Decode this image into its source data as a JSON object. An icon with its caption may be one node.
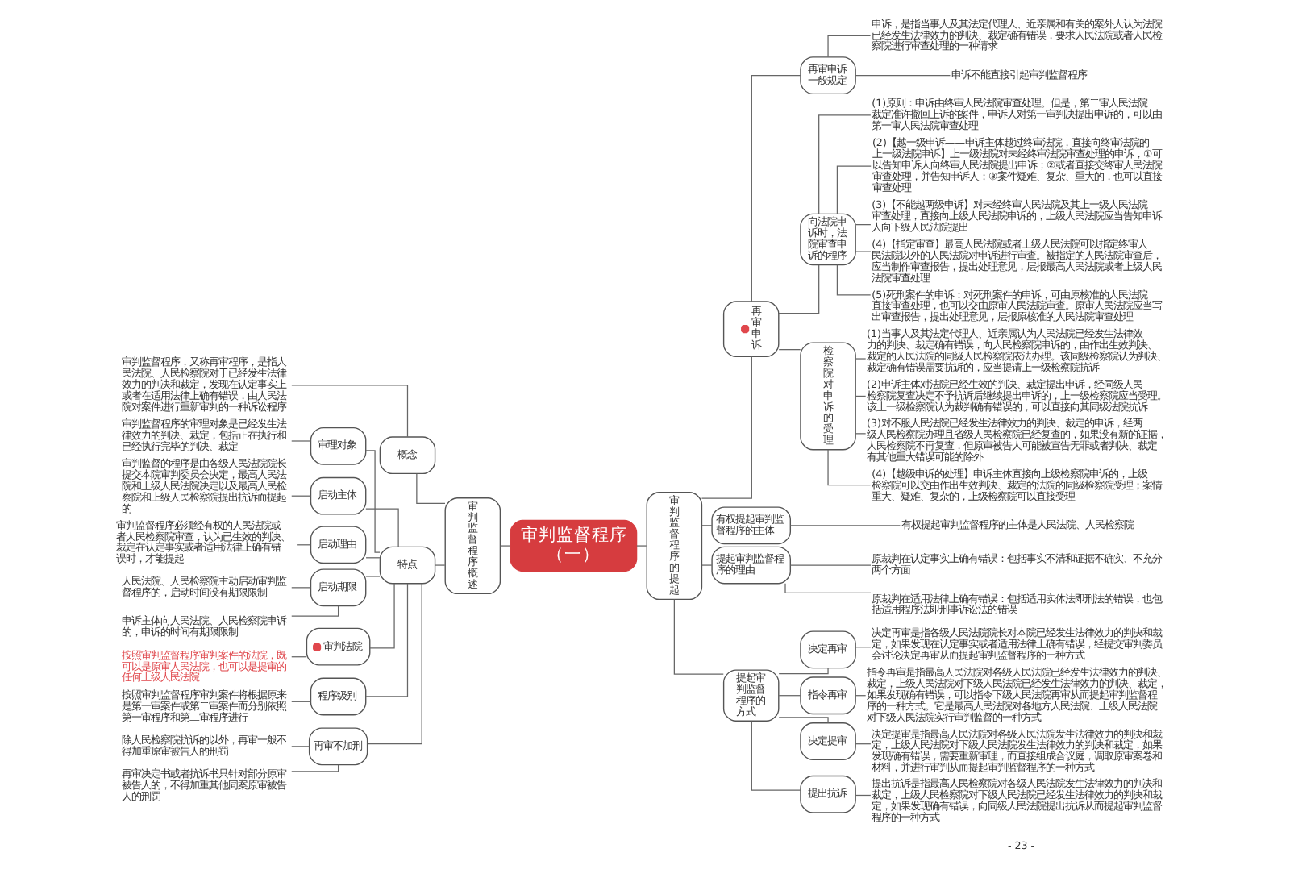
{
  "diagram": {
    "nodes": [
      {
        "text": [
          "审判监督程序（一）"
        ]
      },
      {
        "text": [
          "审判监督程序概述"
        ]
      },
      {
        "text": [
          "概念"
        ]
      },
      {
        "text": [
          "审判监督程序，又称再审程序，是指人民法院、人民检察院对于已经发生法律效力的判决和裁定，发现在认定事实上或者在适用法律上确有错误，由人民法院对案件进行重新审判的一种诉讼程序"
        ]
      },
      {
        "text": [
          "特点"
        ]
      },
      {
        "text": [
          "审理对象"
        ]
      },
      {
        "text": [
          "审判监督程序的审理对象是已经发生法律效力的判决、裁定，包括正在执行和已经执行完毕的判决、裁定"
        ]
      },
      {
        "text": [
          "启动主体"
        ]
      },
      {
        "text": [
          "审判监督的程序是由各级人民法院院长提交本院审判委员会决定，最高人民法院和上级人民法院决定以及最高人民检察院和上级人民检察院提出抗诉而提起的"
        ]
      },
      {
        "text": [
          "启动理由"
        ]
      },
      {
        "text": [
          "审判监督程序必须经有权的人民法院或者人民检察院审查，认为已生效的判决、裁定在认定事实或者适用法律上确有错误时，才能提起"
        ]
      },
      {
        "text": [
          "启动期限"
        ]
      },
      {
        "text": [
          "人民法院、人民检察院主动启动审判监督程序的，启动时间没有期限限制"
        ]
      },
      {
        "text": [
          "申诉主体向人民法院、人民检察院申诉的，申诉的时间有期限限制"
        ]
      },
      {
        "text": [
          "审判法院"
        ]
      },
      {
        "text": [
          "按照审判监督程序审判案件的法院，既可以是原审人民法院，也可以是提审的任何上级人民法院"
        ]
      },
      {
        "text": [
          "程序级别"
        ]
      },
      {
        "text": [
          "按照审判监督程序审判案件将根据原来是第一审案件或第二审案件而分别依照第一审程序和第二审程序进行"
        ]
      },
      {
        "text": [
          "再审不加刑"
        ]
      },
      {
        "text": [
          "除人民检察院抗诉的以外，再审一般不得加重原审被告人的刑罚"
        ]
      },
      {
        "text": [
          "再审决定书或者抗诉书只针对部分原审被告人的，不得加重其他同案原审被告人的刑罚"
        ]
      },
      {
        "text": [
          "审判监督程序的提起"
        ]
      },
      {
        "text": [
          "再审申诉"
        ]
      },
      {
        "text": [
          "再审申诉一般规定"
        ]
      },
      {
        "text": [
          "申诉，是指当事人及其法定代理人、近亲属和有关的案外人认为法院已经发生法律效力的判决、裁定确有错误，要求人民法院或者人民检察院进行审查处理的一种请求"
        ]
      },
      {
        "text": [
          "申诉不能直接引起审判监督程序"
        ]
      },
      {
        "text": [
          "向法院申诉时，法院审查申诉的程序"
        ]
      },
      {
        "text": [
          "(1)原则：申诉由终审人民法院审查处理。但是，第二审人民法院裁定准许撤回上诉的案件，申诉人对第一审判决提出申诉的，可以由第一审人民法院审查处理"
        ]
      },
      {
        "text": [
          "(2)【越一级申诉——申诉主体越过终审法院，直接向终审法院的上一级法院申诉】上一级法院对未经终审法院审查处理的申诉，①可以告知申诉人向终审人民法院提出申诉；②或者直接交终审人民法院审查处理，并告知申诉人；③案件疑难、复杂、重大的，也可以直接审查处理"
        ]
      },
      {
        "text": [
          "(3)【不能越两级申诉】对未经终审人民法院及其上一级人民法院审查处理，直接向上级人民法院申诉的，上级人民法院应当告知申诉人向下级人民法院提出"
        ]
      },
      {
        "text": [
          "(4)【指定审查】最高人民法院或者上级人民法院可以指定终审人民法院以外的人民法院对申诉进行审查。被指定的人民法院审查后，应当制作审查报告，提出处理意见，层报最高人民法院或者上级人民法院审查处理"
        ]
      },
      {
        "text": [
          "(5)死刑案件的申诉：对死刑案件的申诉，可由原核准的人民法院直接审查处理，也可以交由原审人民法院审查。原审人民法院应当写出审查报告，提出处理意见，层报原核准的人民法院审查处理"
        ]
      },
      {
        "text": [
          "检察院对申诉的受理"
        ]
      },
      {
        "text": [
          "(1)当事人及其法定代理人、近亲属认为人民法院已经发生法律效力的判决、裁定确有错误，向人民检察院申诉的，由作出生效判决、裁定的人民法院的同级人民检察院依法办理。该同级检察院认为判决、裁定确有错误需要抗诉的，应当提请上一级检察院抗诉"
        ]
      },
      {
        "text": [
          "(2)申诉主体对法院已经生效的判决、裁定提出申诉，经同级人民检察院复查决定不予抗诉后继续提出申诉的，上一级检察院应当受理。该上一级检察院认为裁判确有错误的，可以直接向其同级法院抗诉"
        ]
      },
      {
        "text": [
          "(3)对不服人民法院已经发生法律效力的判决、裁定的申诉，经两级人民检察院办理且省级人民检察院已经复查的，如果没有新的证据，人民检察院不再复查，但原审被告人可能被宣告无罪或者判决、裁定有其他重大错误可能的除外"
        ]
      },
      {
        "text": [
          "(4)【越级申诉的处理】申诉主体直接向上级检察院申诉的，上级检察院可以交由作出生效判决、裁定的法院的同级检察院受理；案情重大、疑难、复杂的，上级检察院可以直接受理"
        ]
      },
      {
        "text": [
          "有权提起审判监督程序的主体"
        ]
      },
      {
        "text": [
          "有权提起审判监督程序的主体是人民法院、人民检察院"
        ]
      },
      {
        "text": [
          "提起审判监督程序的理由"
        ]
      },
      {
        "text": [
          "原裁判在认定事实上确有错误：包括事实不清和证据不确实、不充分两个方面"
        ]
      },
      {
        "text": [
          "原裁判在适用法律上确有错误：包括适用实体法即刑法的错误，也包括适用程序法即刑事诉讼法的错误"
        ]
      },
      {
        "text": [
          "提起审判监督程序的方式"
        ]
      },
      {
        "text": [
          "决定再审"
        ]
      },
      {
        "text": [
          "决定再审是指各级人民法院院长对本院已经发生法律效力的判决和裁定，如果发现在认定事实或者适用法律上确有错误，经提交审判委员会讨论决定再审从而提起审判监督程序的一种方式"
        ]
      },
      {
        "text": [
          "指令再审"
        ]
      },
      {
        "text": [
          "指令再审是指最高人民法院对各级人民法院已经发生法律效力的判决、裁定，上级人民法院对下级人民法院已经发生法律效力的判决、裁定，如果发现确有错误，可以指令下级人民法院再审从而提起审判监督程序的一种方式。它是最高人民法院对各地方人民法院、上级人民法院对下级人民法院实行审判监督的一种方式"
        ]
      },
      {
        "text": [
          "决定提审"
        ]
      },
      {
        "text": [
          "决定提审是指最高人民法院对各级人民法院发生法律效力的判决和裁定，上级人民法院对下级人民法院发生法律效力的判决和裁定，如果发现确有错误，需要重新审理，而直接组成合议庭，调取原审案卷和材料，并进行审判从而提起审判监督程序的一种方式"
        ]
      },
      {
        "text": [
          "提出抗诉"
        ]
      },
      {
        "text": [
          "提出抗诉是指最高人民检察院对各级人民法院发生法律效力的判决和裁定，上级人民检察院对下级人民法院已经发生法律效力的判决和裁定，如果发现确有错误，向同级人民法院提出抗诉从而提起审判监督程序的一种方式"
        ]
      }
    ],
    "edges": [
      {
        "from": 1,
        "to": 0,
        "arrow": "none"
      },
      {
        "from": 2,
        "to": 1,
        "arrow": "none"
      },
      {
        "from": 3,
        "to": 2,
        "arrow": "none"
      },
      {
        "from": 4,
        "to": 1,
        "arrow": "none"
      },
      {
        "from": 5,
        "to": 4,
        "arrow": "none"
      },
      {
        "from": 6,
        "to": 5,
        "arrow": "none"
      },
      {
        "from": 7,
        "to": 4,
        "arrow": "none"
      },
      {
        "from": 8,
        "to": 7,
        "arrow": "none"
      },
      {
        "from": 9,
        "to": 4,
        "arrow": "none"
      },
      {
        "from": 10,
        "to": 9,
        "arrow": "none"
      },
      {
        "from": 11,
        "to": 4,
        "arrow": "none"
      },
      {
        "from": 12,
        "to": 11,
        "arrow": "none"
      },
      {
        "from": 13,
        "to": 11,
        "arrow": "none"
      },
      {
        "from": 14,
        "to": 4,
        "arrow": "none"
      },
      {
        "from": 15,
        "to": 14,
        "arrow": "none"
      },
      {
        "from": 16,
        "to": 4,
        "arrow": "none"
      },
      {
        "from": 17,
        "to": 16,
        "arrow": "none"
      },
      {
        "from": 18,
        "to": 4,
        "arrow": "none"
      },
      {
        "from": 19,
        "to": 18,
        "arrow": "none"
      },
      {
        "from": 20,
        "to": 18,
        "arrow": "none"
      },
      {
        "from": 0,
        "to": 21,
        "arrow": "none"
      },
      {
        "from": 21,
        "to": 22,
        "arrow": "none"
      },
      {
        "from": 22,
        "to": 23,
        "arrow": "none"
      },
      {
        "from": 23,
        "to": 24,
        "arrow": "none"
      },
      {
        "from": 23,
        "to": 25,
        "arrow": "none"
      },
      {
        "from": 22,
        "to": 26,
        "arrow": "none"
      },
      {
        "from": 26,
        "to": 27,
        "arrow": "none"
      },
      {
        "from": 26,
        "to": 28,
        "arrow": "none"
      },
      {
        "from": 26,
        "to": 29,
        "arrow": "none"
      },
      {
        "from": 26,
        "to": 30,
        "arrow": "none"
      },
      {
        "from": 26,
        "to": 31,
        "arrow": "none"
      },
      {
        "from": 22,
        "to": 32,
        "arrow": "none"
      },
      {
        "from": 32,
        "to": 33,
        "arrow": "none"
      },
      {
        "from": 32,
        "to": 34,
        "arrow": "none"
      },
      {
        "from": 32,
        "to": 35,
        "arrow": "none"
      },
      {
        "from": 32,
        "to": 36,
        "arrow": "none"
      },
      {
        "from": 21,
        "to": 37,
        "arrow": "none"
      },
      {
        "from": 37,
        "to": 38,
        "arrow": "none"
      },
      {
        "from": 21,
        "to": 39,
        "arrow": "none"
      },
      {
        "from": 39,
        "to": 40,
        "arrow": "none"
      },
      {
        "from": 39,
        "to": 41,
        "arrow": "none"
      },
      {
        "from": 21,
        "to": 42,
        "arrow": "none"
      },
      {
        "from": 42,
        "to": 43,
        "arrow": "none"
      },
      {
        "from": 43,
        "to": 44,
        "arrow": "none"
      },
      {
        "from": 42,
        "to": 45,
        "arrow": "none"
      },
      {
        "from": 45,
        "to": 46,
        "arrow": "none"
      },
      {
        "from": 42,
        "to": 47,
        "arrow": "none"
      },
      {
        "from": 47,
        "to": 48,
        "arrow": "none"
      },
      {
        "from": 42,
        "to": 49,
        "arrow": "none"
      },
      {
        "from": 49,
        "to": 50,
        "arrow": "none"
      }
    ],
    "labels": [
      "- 23 -"
    ]
  }
}
